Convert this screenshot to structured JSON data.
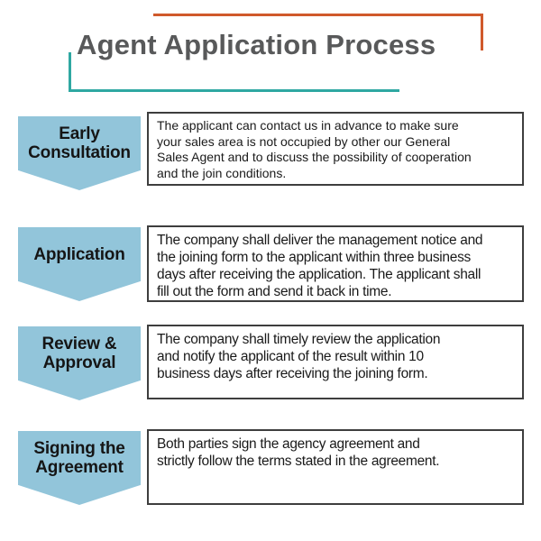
{
  "title": "Agent Application Process",
  "colors": {
    "accent_orange": "#d0592b",
    "accent_teal": "#2fa8a2",
    "title_text": "#58595a",
    "arrow_fill": "#92c5da",
    "box_border": "#3e3e3e",
    "label_text": "#151515",
    "body_text": "#1a1a1a"
  },
  "steps": [
    {
      "label_lines": [
        "Early",
        "Consultation"
      ],
      "description_lines": [
        "The applicant can contact us in advance to make sure",
        "your sales area is not occupied by other our General",
        "Sales Agent and to discuss the possibility of cooperation",
        "and the join conditions."
      ]
    },
    {
      "label_lines": [
        "Application"
      ],
      "description_lines": [
        "The company shall deliver the management notice and",
        "the joining form to the applicant within three business",
        "days after receiving the application. The applicant shall",
        "fill out the form and send it back in time."
      ]
    },
    {
      "label_lines": [
        "Review &",
        "Approval"
      ],
      "description_lines": [
        "The company shall timely review the application",
        "and notify the applicant of the result within 10",
        "business days after receiving the joining form."
      ]
    },
    {
      "label_lines": [
        "Signing the",
        "Agreement"
      ],
      "description_lines": [
        "Both parties sign the agency agreement and",
        "strictly follow the terms stated in the agreement."
      ]
    }
  ]
}
